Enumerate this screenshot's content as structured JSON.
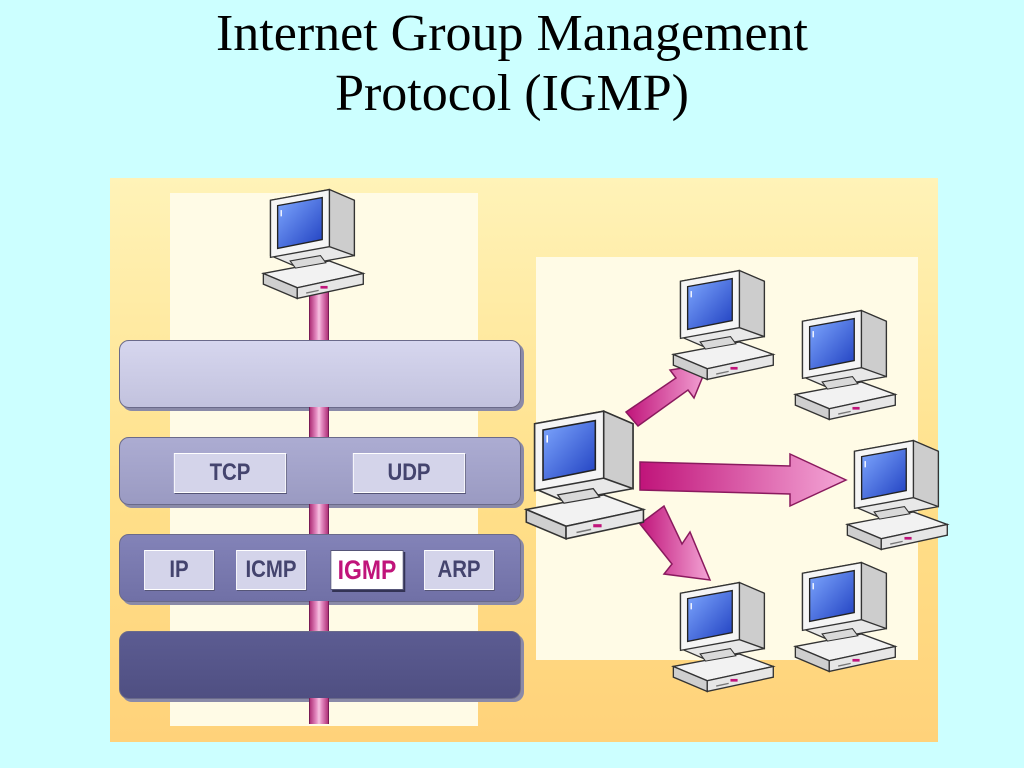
{
  "title": {
    "line1": "Internet Group Management",
    "line2": "Protocol (IGMP)"
  },
  "stack": {
    "transport": [
      "TCP",
      "UDP"
    ],
    "network": [
      "IP",
      "ICMP",
      "IGMP",
      "ARP"
    ]
  },
  "colors": {
    "background": "#ccffff",
    "highlight": "#c0147a",
    "arrow": "#d6449a"
  },
  "icons": [
    "computer-icon",
    "arrow-icon"
  ]
}
